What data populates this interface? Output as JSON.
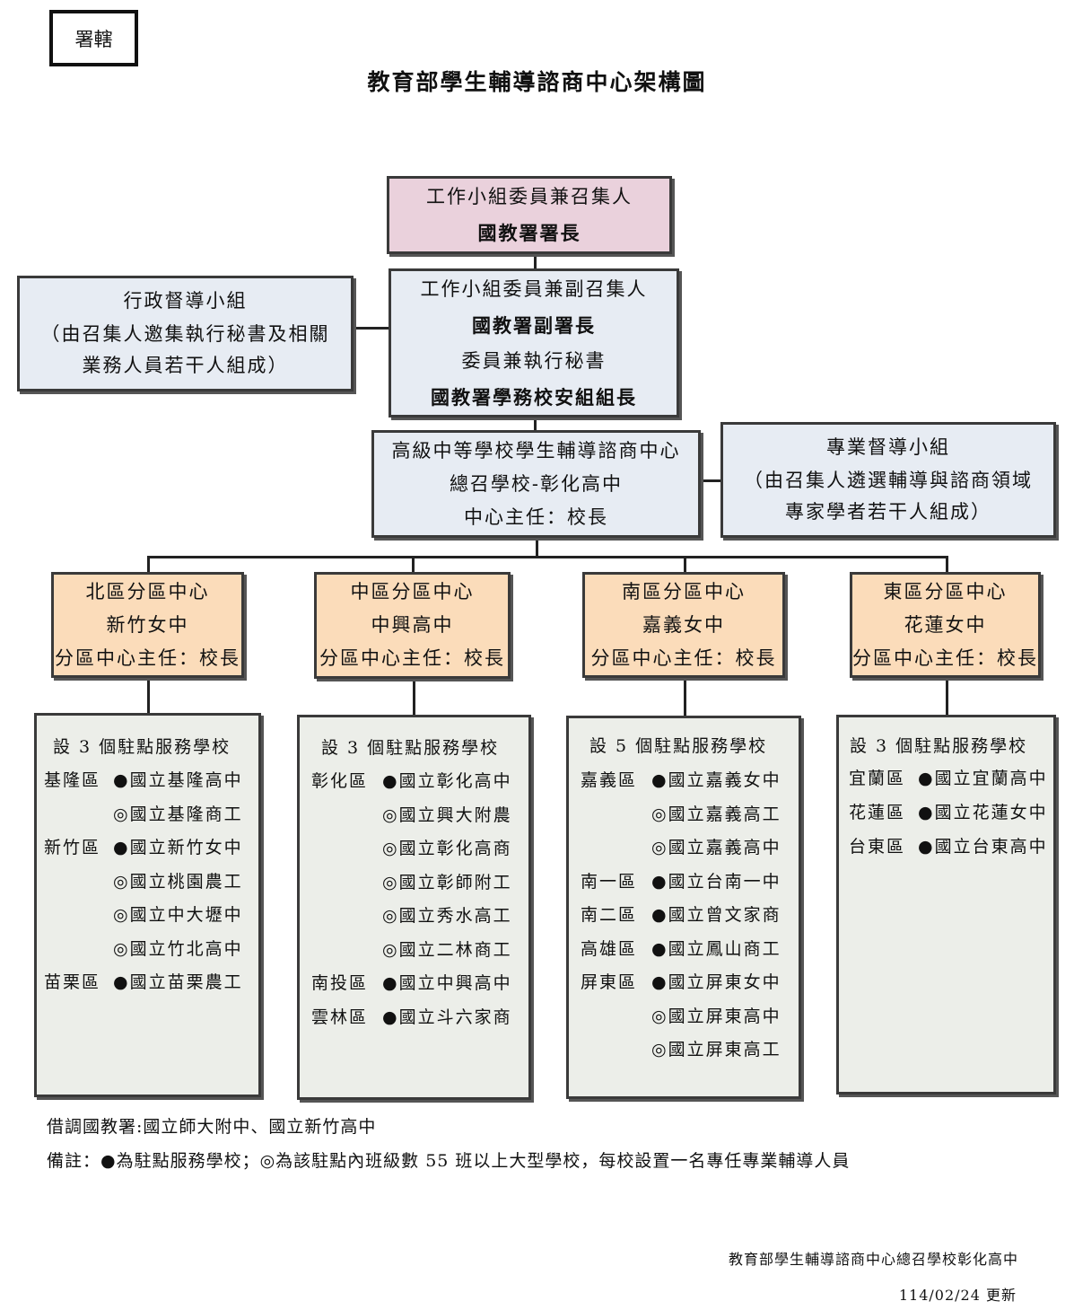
{
  "tag": "署轄",
  "title": "教育部學生輔導諮商中心架構圖",
  "convener": {
    "line1": "工作小組委員兼召集人",
    "line2": "國教署署長"
  },
  "vice": {
    "line1": "工作小組委員兼副召集人",
    "line2": "國教署副署長",
    "line3": "委員兼執行秘書",
    "line4": "國教署學務校安組組長"
  },
  "admin_group": {
    "line1": "行政督導小組",
    "line2": "（由召集人邀集執行秘書及相關",
    "line3": "業務人員若干人組成）"
  },
  "center": {
    "line1": "高級中等學校學生輔導諮商中心",
    "line2": "總召學校-彰化高中",
    "line3": "中心主任：校長"
  },
  "pro_group": {
    "line1": "專業督導小組",
    "line2": "（由召集人遴選輔導與諮商領域",
    "line3": "專家學者若干人組成）"
  },
  "regions": [
    {
      "name": "北區分區中心",
      "school": "新竹女中",
      "director": "分區中心主任：校長",
      "header": "設 3 個駐點服務學校",
      "rows": [
        {
          "district": "基隆區",
          "school": "●國立基隆高中"
        },
        {
          "district": "",
          "school": "◎國立基隆商工"
        },
        {
          "district": "新竹區",
          "school": "●國立新竹女中"
        },
        {
          "district": "",
          "school": "◎國立桃園農工"
        },
        {
          "district": "",
          "school": "◎國立中大壢中"
        },
        {
          "district": "",
          "school": "◎國立竹北高中"
        },
        {
          "district": "苗栗區",
          "school": "●國立苗栗農工"
        }
      ]
    },
    {
      "name": "中區分區中心",
      "school": "中興高中",
      "director": "分區中心主任：校長",
      "header": "設 3 個駐點服務學校",
      "rows": [
        {
          "district": "彰化區",
          "school": "●國立彰化高中"
        },
        {
          "district": "",
          "school": "◎國立興大附農"
        },
        {
          "district": "",
          "school": "◎國立彰化高商"
        },
        {
          "district": "",
          "school": "◎國立彰師附工"
        },
        {
          "district": "",
          "school": "◎國立秀水高工"
        },
        {
          "district": "",
          "school": "◎國立二林商工"
        },
        {
          "district": "南投區",
          "school": "●國立中興高中"
        },
        {
          "district": "雲林區",
          "school": "●國立斗六家商"
        }
      ]
    },
    {
      "name": "南區分區中心",
      "school": "嘉義女中",
      "director": "分區中心主任：校長",
      "header": "設 5 個駐點服務學校",
      "rows": [
        {
          "district": "嘉義區",
          "school": "●國立嘉義女中"
        },
        {
          "district": "",
          "school": "◎國立嘉義高工"
        },
        {
          "district": "",
          "school": "◎國立嘉義高中"
        },
        {
          "district": "南一區",
          "school": "●國立台南一中"
        },
        {
          "district": "南二區",
          "school": "●國立曾文家商"
        },
        {
          "district": "高雄區",
          "school": "●國立鳳山商工"
        },
        {
          "district": "屏東區",
          "school": "●國立屏東女中"
        },
        {
          "district": "",
          "school": "◎國立屏東高中"
        },
        {
          "district": "",
          "school": "◎國立屏東高工"
        }
      ]
    },
    {
      "name": "東區分區中心",
      "school": "花蓮女中",
      "director": "分區中心主任：校長",
      "header": "設 3 個駐點服務學校",
      "rows": [
        {
          "district": "宜蘭區",
          "school": "●國立宜蘭高中"
        },
        {
          "district": "花蓮區",
          "school": "●國立花蓮女中"
        },
        {
          "district": "台東區",
          "school": "●國立台東高中"
        }
      ]
    }
  ],
  "secondment": "借調國教署:國立師大附中、國立新竹高中",
  "remark": "備註：●為駐點服務學校；◎為該駐點內班級數 55 班以上大型學校，每校設置一名專任專業輔導人員",
  "footer": {
    "org": "教育部學生輔導諮商中心總召學校彰化高中",
    "date": "114/02/24 更新"
  }
}
